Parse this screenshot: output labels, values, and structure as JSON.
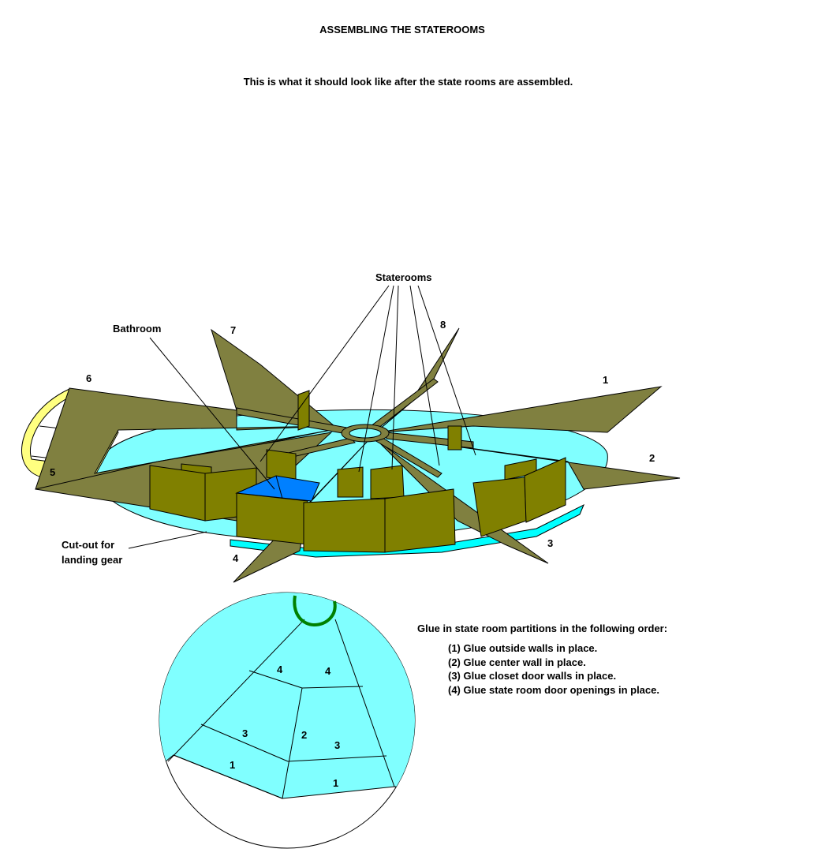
{
  "title": "ASSEMBLING THE STATEROOMS",
  "subtitle": "This is what it should look like after the state rooms are assembled.",
  "labels": {
    "staterooms": "Staterooms",
    "bathroom": "Bathroom",
    "cutout_line1": "Cut-out for",
    "cutout_line2": "landing gear"
  },
  "section_numbers": [
    "1",
    "2",
    "3",
    "4",
    "5",
    "6",
    "7",
    "8"
  ],
  "detail_numbers": {
    "upper_left_4": "4",
    "upper_right_4": "4",
    "left_3": "3",
    "center_2": "2",
    "right_3": "3",
    "left_1": "1",
    "right_1": "1"
  },
  "instructions": {
    "heading": "Glue in state room partitions in the following order:",
    "steps": [
      "(1) Glue outside walls in place.",
      "(2) Glue center wall in place.",
      "(3) Glue closet door walls in place.",
      "(4) Glue state room door openings in place."
    ]
  },
  "colors": {
    "wing": "#808040",
    "wall": "#808000",
    "floor": "#80ffff",
    "base": "#00ffff",
    "bathroom": "#0080ff",
    "ring": "#008000",
    "window": "#ffff80"
  }
}
